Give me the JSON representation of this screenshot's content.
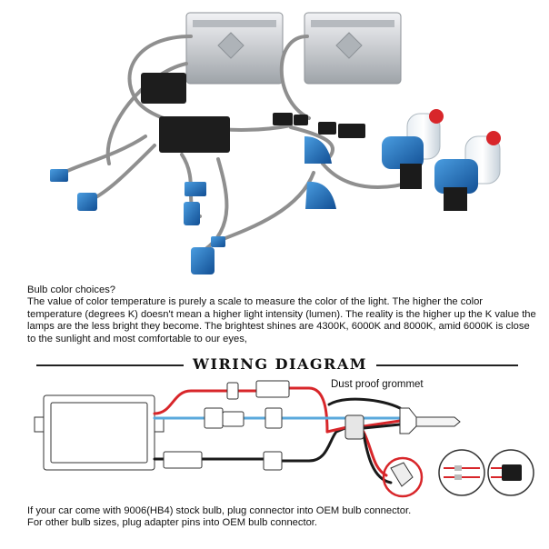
{
  "description": {
    "heading": "Bulb color choices?",
    "paragraph": "The value of color temperature is purely a scale to measure the color of the light. The higher the color temperature (degrees K) doesn't mean a higher light intensity (lumen). The reality is the higher up the K value the lamps are the less bright they become. The brightest shines are 4300K, 6000K and 8000K, amid 6000K is close to the sunlight and most comfortable to our eyes,"
  },
  "diagram": {
    "title": "WIRING DIAGRAM",
    "grommet_label": "Dust proof grommet"
  },
  "footer": {
    "line1": "If your car come with 9006(HB4) stock bulb, plug connector into OEM bulb connector.",
    "line2": "For other bulb sizes, plug adapter pins into OEM bulb connector."
  },
  "colors": {
    "wire_red": "#d8262a",
    "wire_blue": "#5aa9dc",
    "wire_black": "#1a1a1a",
    "connector_blue": "#1f6fb8",
    "ballast_silver": "#c9ccd0"
  }
}
